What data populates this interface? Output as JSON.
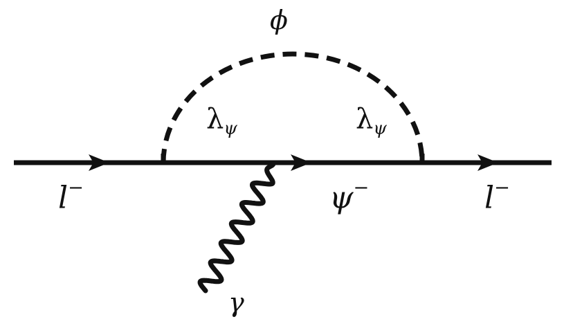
{
  "labels": {
    "scalar": "ϕ",
    "coupling_left": {
      "base": "λ",
      "sub": "ψ"
    },
    "coupling_right": {
      "base": "λ",
      "sub": "ψ"
    },
    "lepton_in": {
      "base": "l",
      "sup": "−"
    },
    "fermion_internal": {
      "base": "ψ",
      "sup": "−"
    },
    "lepton_out": {
      "base": "l",
      "sup": "−"
    },
    "photon": "γ"
  },
  "colors": {
    "line": "#111111",
    "background": "#ffffff"
  }
}
